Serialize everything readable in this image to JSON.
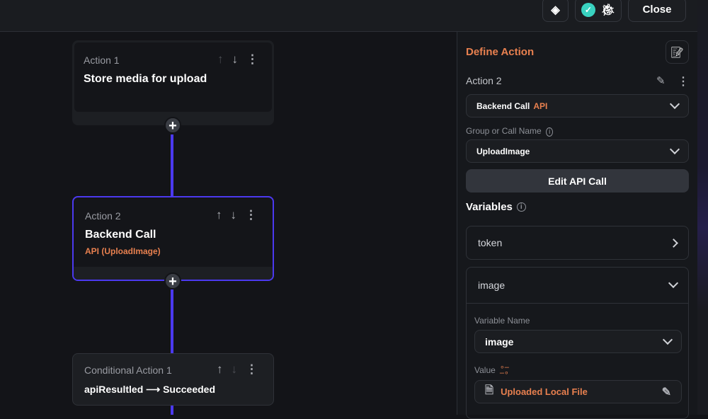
{
  "topbar": {
    "close_label": "Close"
  },
  "canvas": {
    "actions": [
      {
        "label": "Action 1",
        "title": "Store media for upload"
      },
      {
        "label": "Action 2",
        "title": "Backend Call",
        "subtitle": "API (UploadImage)"
      },
      {
        "label": "Conditional Action 1",
        "title": "apiResultled ⟶ Succeeded"
      }
    ]
  },
  "panel": {
    "title": "Define Action",
    "action_name": "Action 2",
    "action_type": "Backend Call",
    "action_type_tag": "API",
    "group_label": "Group or Call Name",
    "group_value": "UploadImage",
    "edit_button": "Edit API Call",
    "variables_title": "Variables",
    "variables": [
      {
        "name": "token",
        "expanded": false
      },
      {
        "name": "image",
        "expanded": true,
        "variable_name_label": "Variable Name",
        "variable_name_value": "image",
        "value_label": "Value",
        "value": "Uploaded Local File"
      }
    ]
  },
  "colors": {
    "accent": "#4b39ef",
    "orange": "#e8804f",
    "success": "#39d2c0"
  }
}
